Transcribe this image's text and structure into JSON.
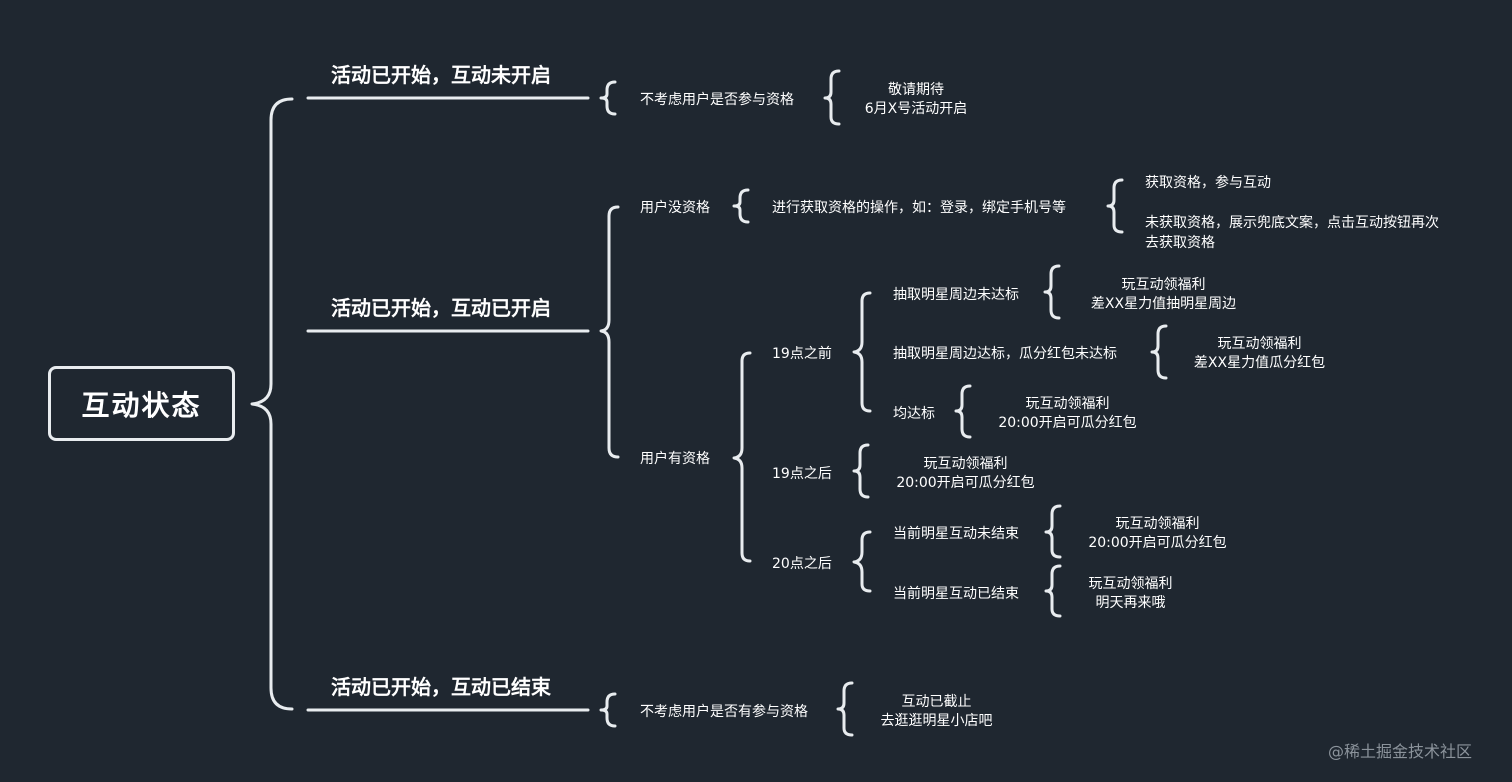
{
  "root": "互动状态",
  "branches": {
    "not_open": {
      "title": "活动已开始，互动未开启",
      "condition": "不考虑用户是否参与资格",
      "result_1": "敬请期待",
      "result_2": "6月X号活动开启"
    },
    "open": {
      "title": "活动已开始，互动已开启",
      "no_qual": {
        "label": "用户没资格",
        "action": "进行获取资格的操作，如：登录，绑定手机号等",
        "outcome_1": "获取资格，参与互动",
        "outcome_2a": "未获取资格，展示兜底文案，点击互动按钮再次",
        "outcome_2b": "去获取资格"
      },
      "has_qual": {
        "label": "用户有资格",
        "before19": {
          "label": "19点之前",
          "c1": "抽取明星周边未达标",
          "c1_r1": "玩互动领福利",
          "c1_r2": "差XX星力值抽明星周边",
          "c2": "抽取明星周边达标，瓜分红包未达标",
          "c2_r1": "玩互动领福利",
          "c2_r2": "差XX星力值瓜分红包",
          "c3": "均达标",
          "c3_r1": "玩互动领福利",
          "c3_r2": "20:00开启可瓜分红包"
        },
        "after19": {
          "label": "19点之后",
          "r1": "玩互动领福利",
          "r2": "20:00开启可瓜分红包"
        },
        "after20": {
          "label": "20点之后",
          "c1": "当前明星互动未结束",
          "c1_r1": "玩互动领福利",
          "c1_r2": "20:00开启可瓜分红包",
          "c2": "当前明星互动已结束",
          "c2_r1": "玩互动领福利",
          "c2_r2": "明天再来哦"
        }
      }
    },
    "ended": {
      "title": "活动已开始，互动已结束",
      "condition": "不考虑用户是否有参与资格",
      "result_1": "互动已截止",
      "result_2": "去逛逛明星小店吧"
    }
  },
  "watermark": "@稀土掘金技术社区"
}
